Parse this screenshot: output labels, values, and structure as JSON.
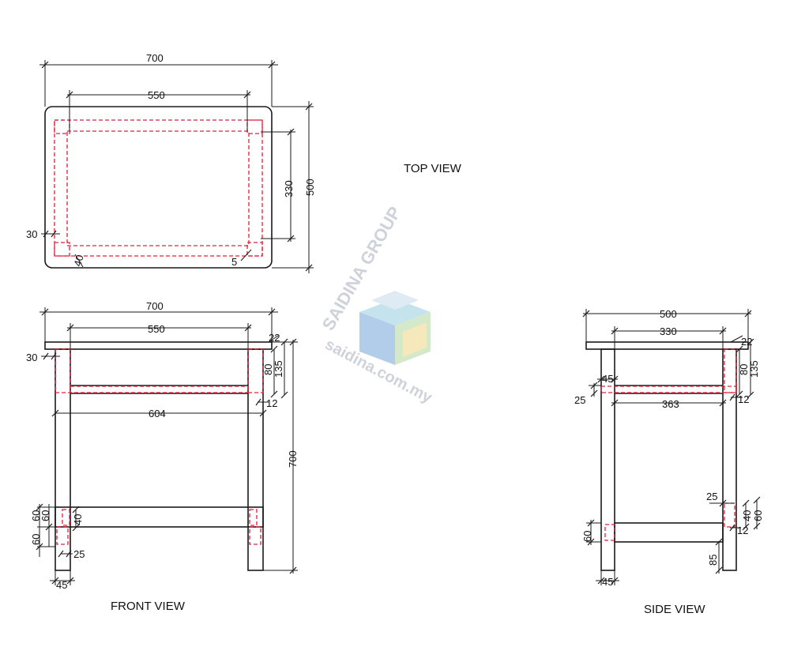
{
  "views": {
    "top": "TOP VIEW",
    "front": "FRONT VIEW",
    "side": "SIDE VIEW"
  },
  "watermark": {
    "name": "SAIDINA GROUP",
    "url": "saidina.com.my",
    "colors": [
      "#a9c8e8",
      "#bfe0ea",
      "#f5e6b3",
      "#cfe7c4"
    ]
  },
  "colors": {
    "outline": "#1a1a1a",
    "hidden": "#e0203a"
  },
  "top_view": {
    "overall_width": "700",
    "inner_width": "550",
    "inner_depth": "330",
    "overall_depth": "500",
    "edge_offset": "30",
    "leg_offset": "40",
    "gap": "5"
  },
  "front_view": {
    "overall_width": "700",
    "inner_width": "550",
    "top_thickness": "22",
    "edge_offset": "30",
    "apron_height": "80",
    "apron_to_top": "135",
    "rail_thickness": "12",
    "rail_length": "604",
    "height": "700",
    "lower_60_a": "60",
    "lower_60_b": "60",
    "lower_60_c": "60",
    "lower_40": "40",
    "lower_25": "25",
    "leg_45": "45"
  },
  "side_view": {
    "overall_depth": "500",
    "inner_depth": "330",
    "top_thickness": "22",
    "leg_45_top": "45",
    "offset_25": "25",
    "apron_height": "80",
    "apron_to_top": "135",
    "rail_length": "363",
    "rail_thickness": "12",
    "lower_25": "25",
    "lower_40": "40",
    "lower_60_right": "60",
    "lower_12": "12",
    "lower_60_left": "60",
    "lower_85": "85",
    "leg_45_bottom": "45"
  }
}
